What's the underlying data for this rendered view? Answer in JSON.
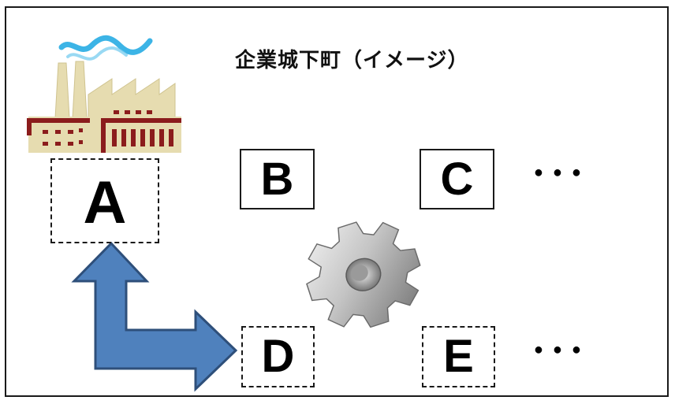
{
  "title": "企業城下町（イメージ）",
  "boxes": {
    "a": "A",
    "b": "B",
    "c": "C",
    "d": "D",
    "e": "E"
  },
  "ellipsis_top": "･･･",
  "ellipsis_bottom": "･･･",
  "icons": {
    "factory": "factory-icon",
    "gear": "gear-icon",
    "arrow": "bent-arrow-icon"
  },
  "colors": {
    "factory_body": "#e6dcb0",
    "factory_accent": "#8b1c1c",
    "smoke": "#3cb4e6",
    "arrow_fill": "#4f81bd",
    "arrow_stroke": "#2e4f7a",
    "gear": "#b8b8b8"
  }
}
